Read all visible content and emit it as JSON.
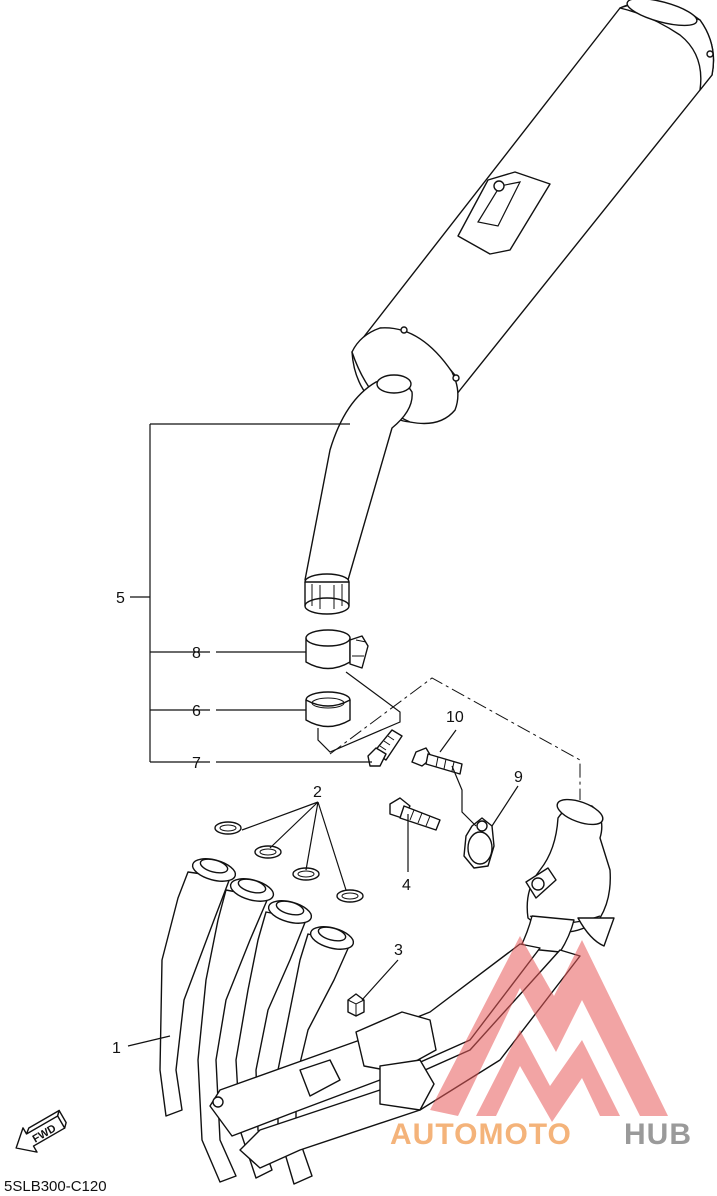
{
  "callouts": {
    "c1": "1",
    "c2": "2",
    "c3": "3",
    "c4": "4",
    "c5": "5",
    "c6": "6",
    "c7": "7",
    "c8": "8",
    "c9": "9",
    "c10": "10"
  },
  "fwd_label": "FWD",
  "diagram_code": "5SLB300-C120",
  "watermark": {
    "text_a": "AUTOMOTO",
    "text_b": "HUB",
    "color_a": "#f4b37a",
    "color_b": "#9a9a9a",
    "logo_color": "#e85a5a"
  }
}
